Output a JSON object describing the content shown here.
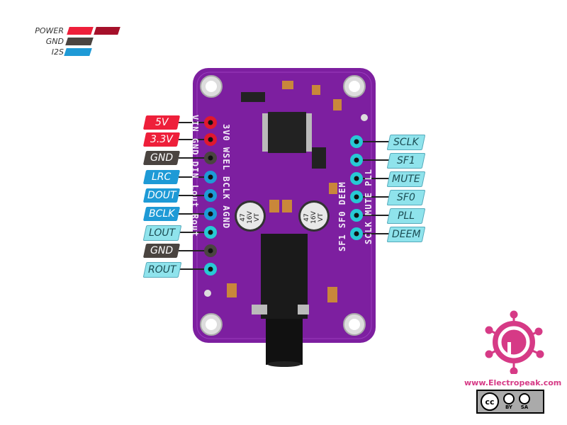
{
  "legend": {
    "items": [
      {
        "label": "POWER",
        "color": "#ee1f3a",
        "color2": "#a5102a"
      },
      {
        "label": "GND",
        "color": "#4a4440"
      },
      {
        "label": "I2S",
        "color": "#1e9ad6"
      }
    ]
  },
  "left_pins": [
    {
      "label": "5V",
      "type": "power"
    },
    {
      "label": "3.3V",
      "type": "power"
    },
    {
      "label": "GND",
      "type": "gnd"
    },
    {
      "label": "LRC",
      "type": "i2s"
    },
    {
      "label": "DOUT",
      "type": "i2s"
    },
    {
      "label": "BCLK",
      "type": "i2s"
    },
    {
      "label": "LOUT",
      "type": "i2s-light"
    },
    {
      "label": "GND",
      "type": "gnd"
    },
    {
      "label": "ROUT",
      "type": "i2s-light"
    }
  ],
  "right_pins": [
    {
      "label": "SCLK"
    },
    {
      "label": "SF1"
    },
    {
      "label": "MUTE"
    },
    {
      "label": "SF0"
    },
    {
      "label": "PLL"
    },
    {
      "label": "DEEM"
    }
  ],
  "silkscreen": {
    "left_outer": "VIN GND DIN Lout Rout",
    "left_inner": "3V0 WSEL BCLK AGND",
    "right_outer": "SCLK MUTE PLL",
    "right_inner": "SF1 SF0 DEEM",
    "cap1": "47 16V VT",
    "cap2": "47 16V VT"
  },
  "logo": {
    "url": "www.Electropeak.com",
    "license": [
      "cc",
      "BY",
      "SA"
    ]
  },
  "colors": {
    "board": "#7d1fa0",
    "power": "#ee1f3a",
    "gnd": "#4a4440",
    "i2s": "#1e9ad6",
    "i2s_light": "#8fe3ec",
    "brand": "#d63a86"
  }
}
